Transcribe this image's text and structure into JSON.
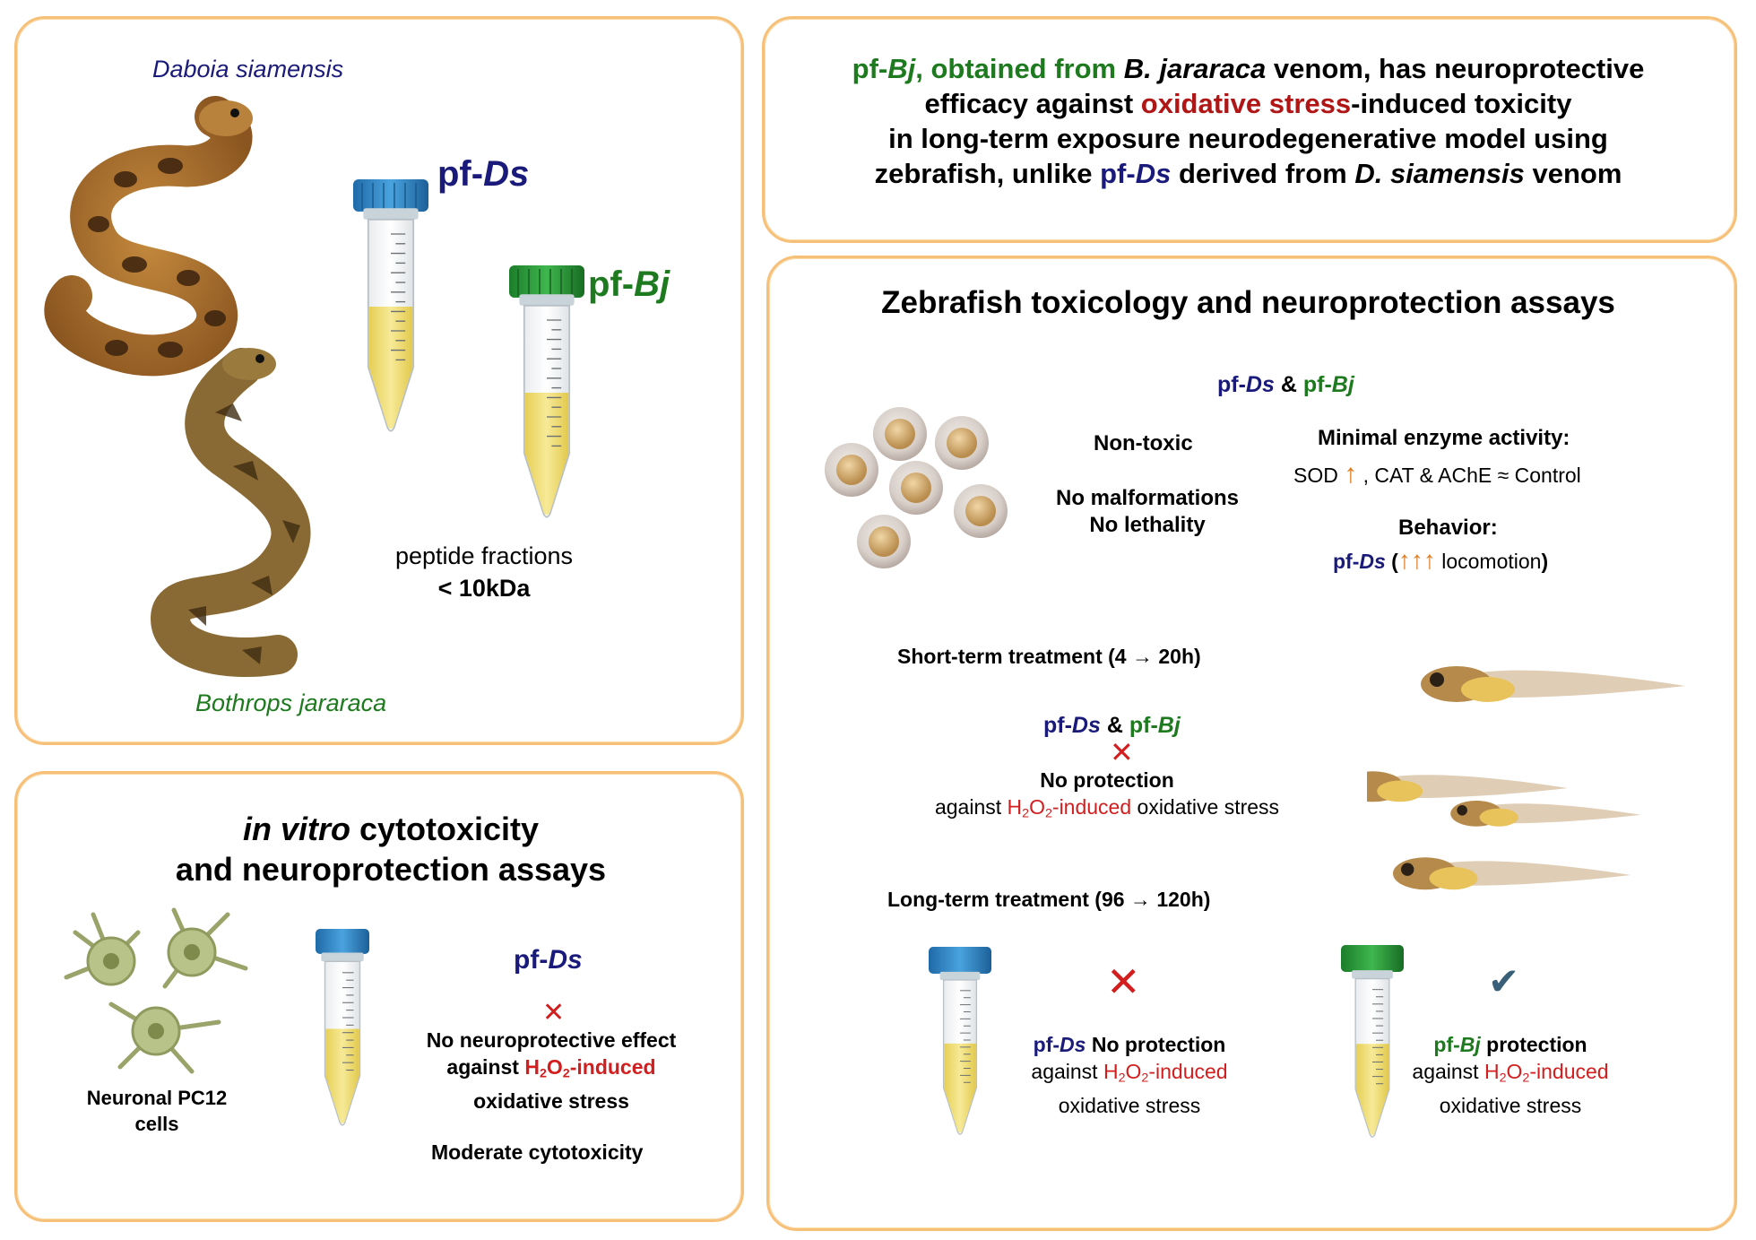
{
  "species": {
    "daboia": "Daboia siamensis",
    "bothrops": "Bothrops jararaca"
  },
  "fractions": {
    "ds_label_prefix": "pf-",
    "ds_label_italic": "Ds",
    "bj_label_prefix": "pf-",
    "bj_label_italic": "Bj",
    "caption_line1": "peptide fractions",
    "caption_line2": "< 10kDa"
  },
  "tube_marks": [
    "15",
    "12",
    "11",
    "10",
    "8",
    "6",
    "4",
    "2"
  ],
  "summary": {
    "pf_bj_prefix": "pf-",
    "pf_bj_italic": "Bj",
    "s1": ", obtained from ",
    "s2": "B. jararaca",
    "s3": " venom,  has neuroprotective",
    "line2a": "efficacy against ",
    "line2b": "oxidative stress",
    "line2c": "-induced toxicity",
    "line3": "in long-term exposure neurodegenerative model using",
    "line4a": "zebrafish, unlike ",
    "line4b_prefix": "pf-",
    "line4b_italic": "Ds",
    "line4c": " derived from ",
    "line4d": "D. siamensis",
    "line4e": " venom"
  },
  "invitro": {
    "title_italic": "in vitro",
    "title_rest": " cytotoxicity",
    "title_line2": "and neuroprotection assays",
    "cells_label_line1": "Neuronal PC12",
    "cells_label_line2": "cells",
    "pf_prefix": "pf-",
    "pf_italic": "Ds",
    "effect_line1": "No neuroprotective effect",
    "effect_line2a": "against ",
    "effect_h": "H",
    "effect_sub1": "2",
    "effect_o": "O",
    "effect_sub2": "2",
    "effect_induced": "-induced",
    "effect_line3": "oxidative stress",
    "cytotox": "Moderate cytotoxicity"
  },
  "zebrafish": {
    "title": "Zebrafish toxicology and neuroprotection assays",
    "pf": "pf-",
    "ds": "Ds",
    "bj": "Bj",
    "amp": " & ",
    "nontoxic": "Non-toxic",
    "no_malf": "No malformations",
    "no_leth": "No lethality",
    "enzyme_title": "Minimal enzyme activity:",
    "sod": "SOD ",
    "up_arrow": "↑",
    "enzyme_rest": " , CAT & AChE ≈ Control",
    "behavior_title": "Behavior:",
    "beh_open": " (",
    "beh_arrows": "↑↑↑",
    "beh_text": " locomotion",
    "beh_close": ")",
    "short_term": "Short-term treatment (4 → 20h)",
    "no_protection": "No protection",
    "against": "against ",
    "h": "H",
    "two": "2",
    "o": "O",
    "induced": "-induced",
    "oxidative": " oxidative stress",
    "long_term": "Long-term treatment (96 → 120h)",
    "ds_no_protection": " No protection",
    "bj_protection": " protection",
    "oxidative_stress": "oxidative stress",
    "cross": "✕",
    "check": "✔"
  },
  "colors": {
    "navy": "#1a1a7a",
    "green": "#1e7a1e",
    "red": "#d21e1e",
    "orange": "#e07a1e",
    "panel_border": "#f6c079",
    "tube_liquid": "#f1df77",
    "cap_blue": "#2f86c6",
    "cap_green": "#2b9a3a"
  }
}
